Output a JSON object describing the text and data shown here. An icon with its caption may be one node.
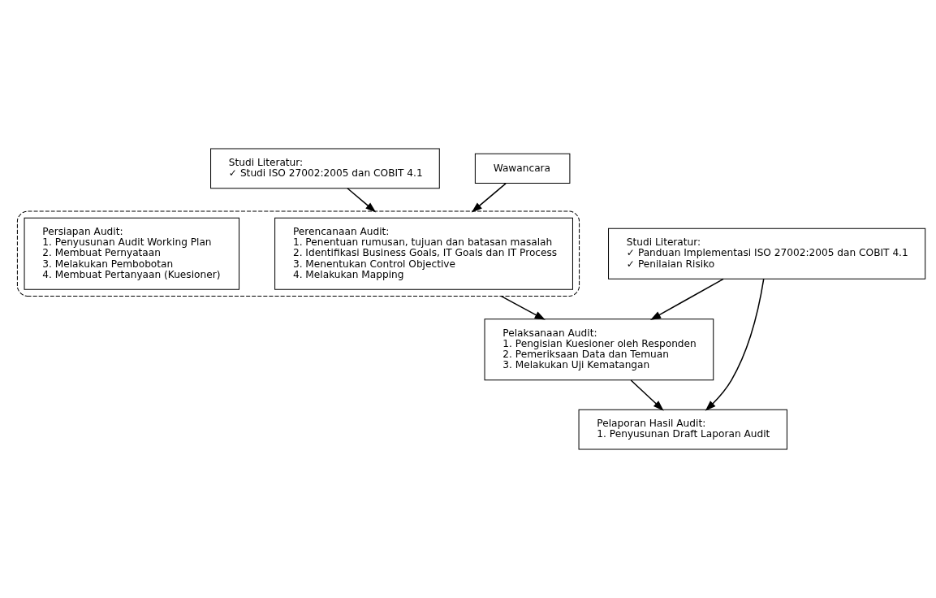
{
  "diagram": {
    "nodes": [
      {
        "text": [],
        "shape": "box"
      },
      {
        "text": [
          "Perencanaan Audit:",
          "1. Penentuan rumusan, tujuan dan batasan masalah",
          "2. Identifikasi Business Goals, IT Goals dan IT Process",
          "3. Menentukan Control Objective",
          "4. Melakukan Mapping"
        ],
        "in": 0
      },
      {
        "text": [
          "Persiapan Audit:",
          "1. Penyusunan Audit Working Plan",
          "2. Membuat Pernyataan",
          "3. Melakukan Pembobotan",
          "4. Membuat Pertanyaan (Kuesioner)"
        ],
        "in": 0
      },
      {
        "text": [
          "Studi Literatur:",
          "✓ Studi ISO 27002:2005 dan COBIT 4.1"
        ]
      },
      {
        "text": [
          "Wawancara"
        ]
      },
      {
        "text": [
          "Pelaksanaan Audit:",
          "1. Pengisian Kuesioner oleh Responden",
          "2. Pemeriksaan Data dan Temuan",
          "3. Melakukan Uji Kematangan"
        ]
      },
      {
        "text": [
          "Pelaporan Hasil Audit:",
          "1. Penyusunan Draft Laporan Audit"
        ]
      },
      {
        "text": [
          "Studi Literatur:",
          "✓ Panduan Implementasi ISO 27002:2005 dan COBIT 4.1",
          "✓ Penilaian Risiko"
        ]
      }
    ],
    "edges": [
      {
        "from": 3,
        "to": 0,
        "arrow": "to"
      },
      {
        "from": 4,
        "to": 0,
        "arrow": "to"
      },
      {
        "from": 0,
        "to": 5,
        "arrow": "to"
      },
      {
        "from": 5,
        "to": 6,
        "arrow": "to"
      },
      {
        "from": 7,
        "to": 5,
        "arrow": "to"
      },
      {
        "from": 7,
        "to": 6,
        "arrow": "to"
      }
    ]
  }
}
